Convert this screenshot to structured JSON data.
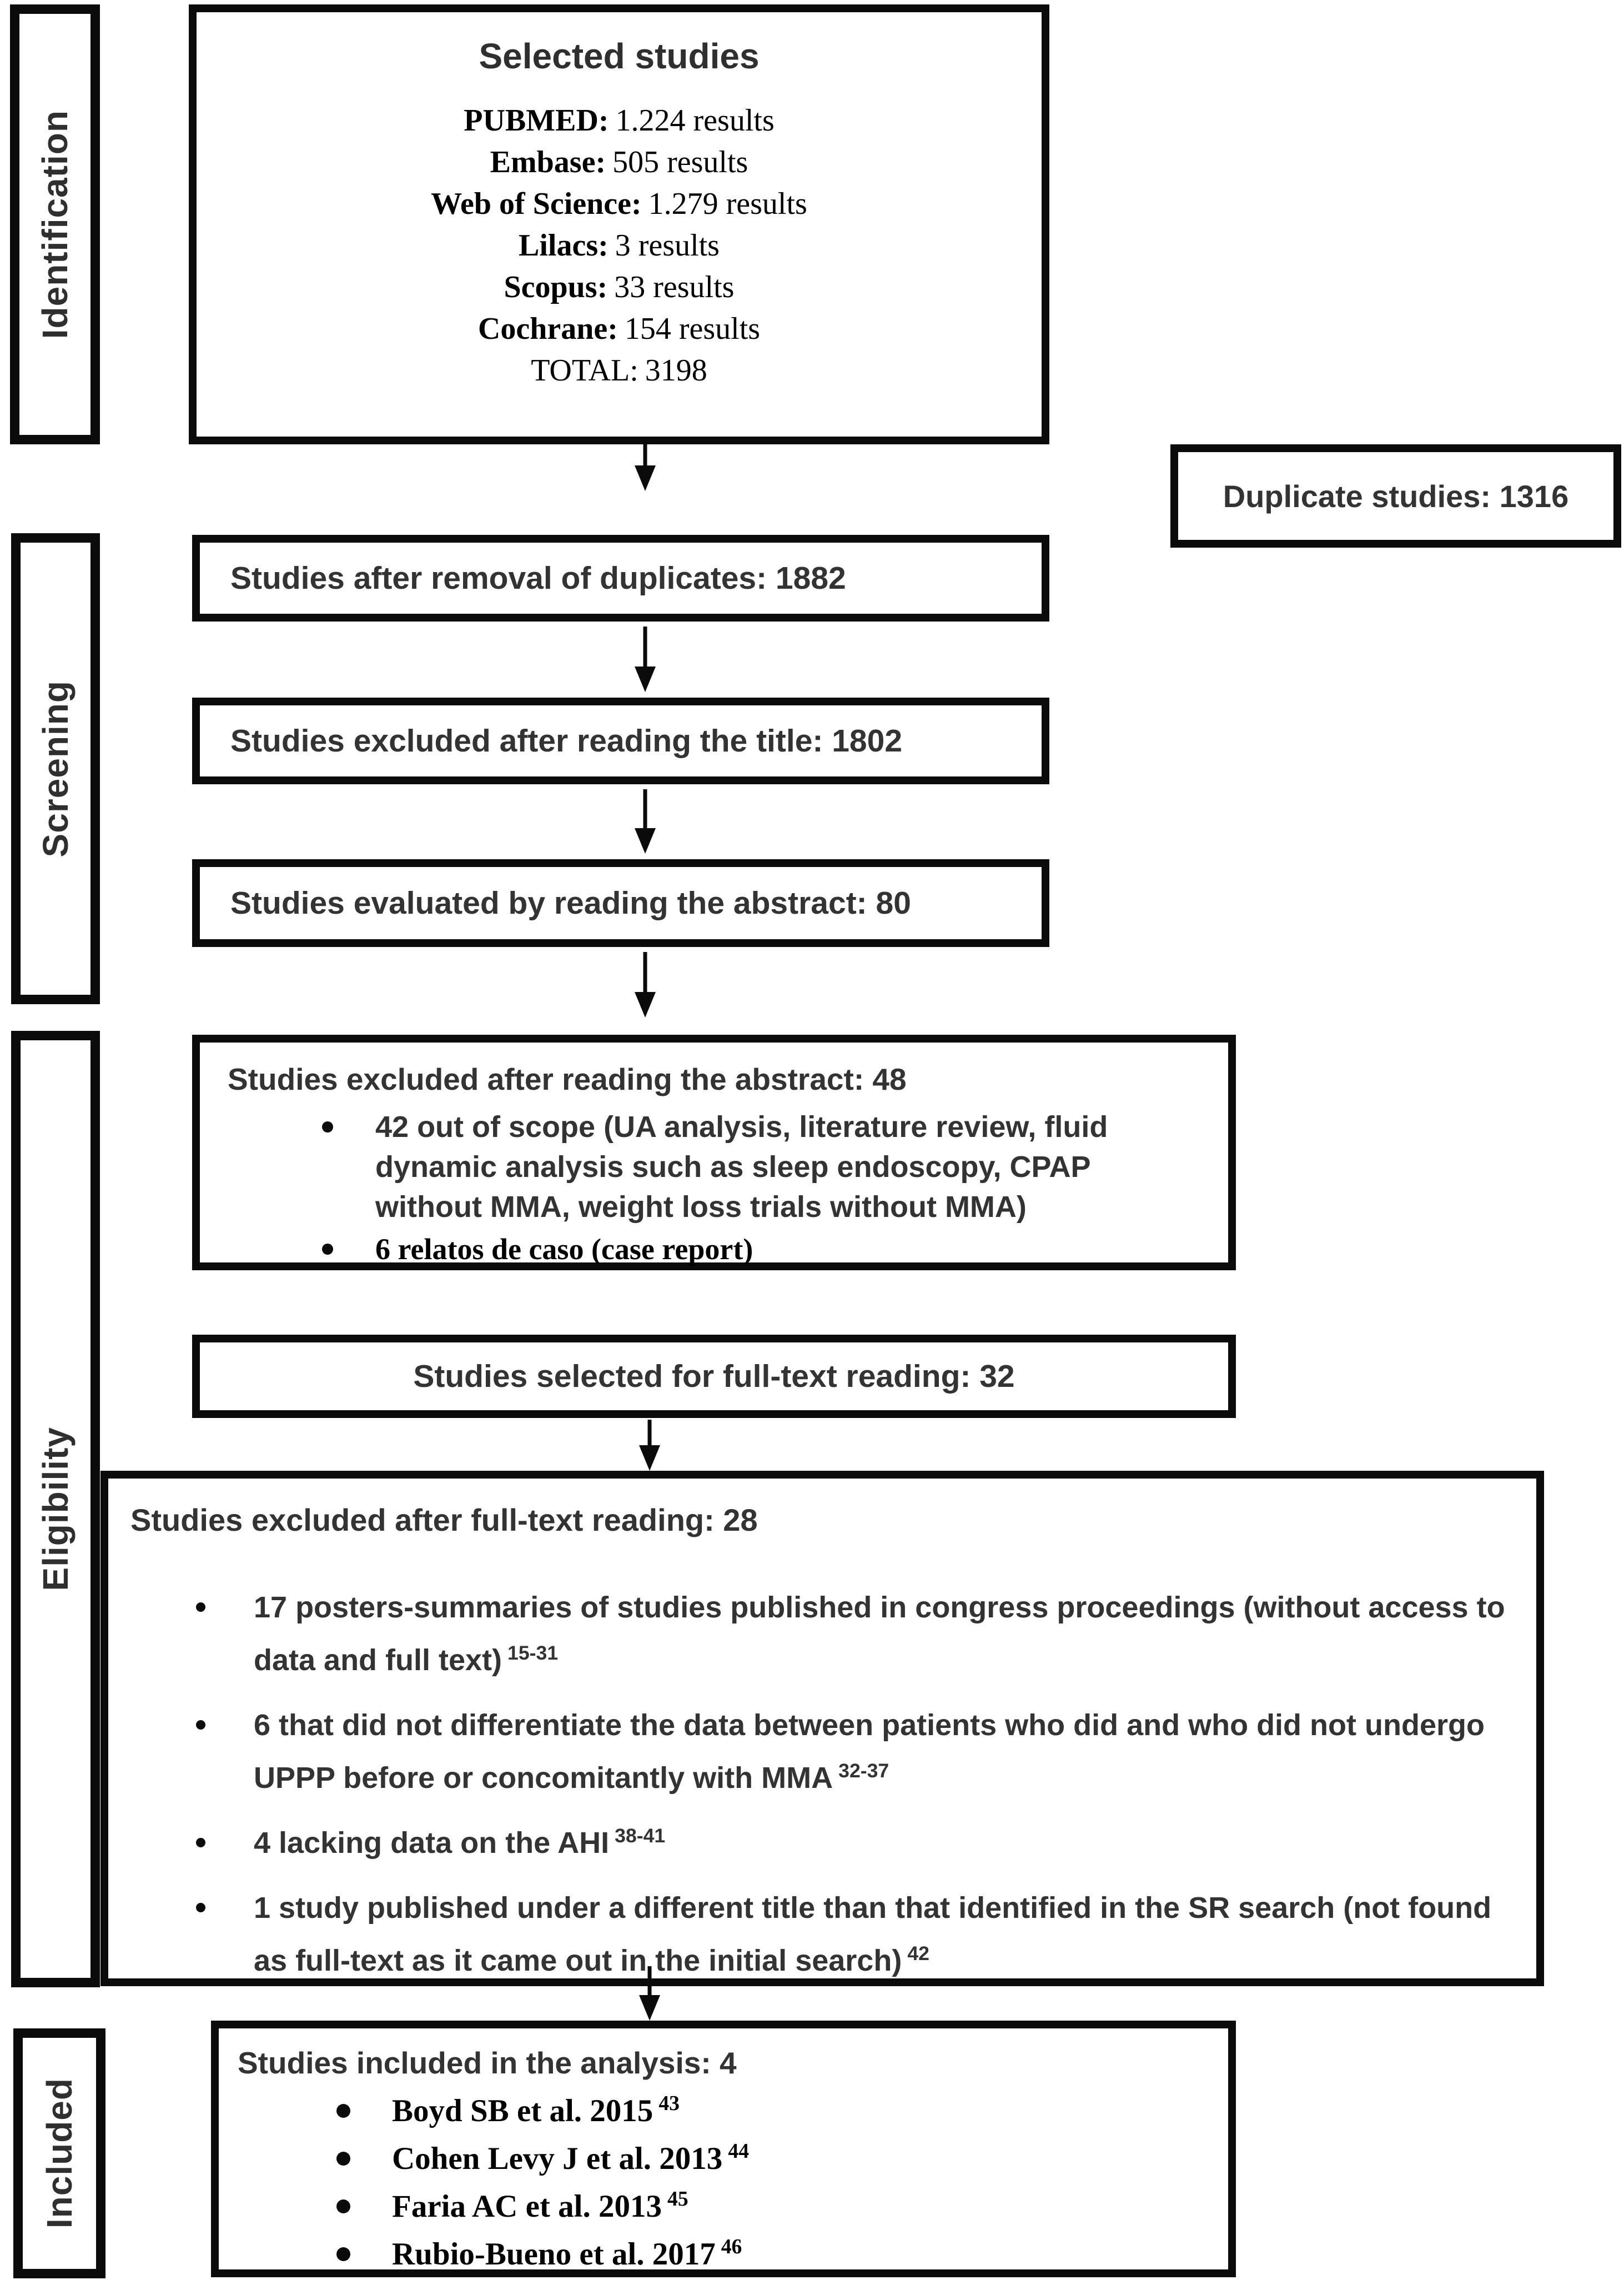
{
  "diagram": {
    "stages": [
      {
        "label": "Identification"
      },
      {
        "label": "Screening"
      },
      {
        "label": "Eligibility"
      },
      {
        "label": "Included"
      }
    ],
    "selected_studies": {
      "title": "Selected studies",
      "sources": [
        {
          "label": "PUBMED:",
          "value": "1.224 results"
        },
        {
          "label": "Embase:",
          "value": "505 results"
        },
        {
          "label": "Web of Science:",
          "value": "1.279 results"
        },
        {
          "label": "Lilacs:",
          "value": "3 results"
        },
        {
          "label": "Scopus:",
          "value": "33 results"
        },
        {
          "label": "Cochrane:",
          "value": "154 results"
        },
        {
          "label": "TOTAL:",
          "value": "3198"
        }
      ]
    },
    "duplicate_studies": "Duplicate studies: 1316",
    "after_removal": "Studies after removal of duplicates: 1882",
    "excluded_title": "Studies excluded after reading the title: 1802",
    "evaluated_abstract": "Studies evaluated by reading the abstract: 80",
    "excluded_abstract": {
      "header": "Studies excluded after reading the abstract: 48",
      "bullets": [
        {
          "text": "42 out of scope (UA analysis, literature review, fluid dynamic analysis such as sleep endoscopy, CPAP without MMA, weight loss trials without MMA)"
        },
        {
          "text": "6 relatos de caso (case report)"
        }
      ]
    },
    "selected_fulltext": "Studies selected for full-text reading: 32",
    "excluded_fulltext": {
      "header": "Studies excluded after full-text reading: 28",
      "bullets": [
        {
          "text": "17 posters-summaries of studies published in congress proceedings (without access to data and full text)",
          "sup": "15-31"
        },
        {
          "text": "6 that did not differentiate the data between patients who did and who did not undergo UPPP before or concomitantly with MMA",
          "sup": "32-37"
        },
        {
          "text": "4 lacking data on the AHI",
          "sup": "38-41"
        },
        {
          "text": "1 study published under a different title than that identified in the SR search (not found as full-text as it came out in the initial search)",
          "sup": "42"
        }
      ]
    },
    "included": {
      "header": "Studies included in the analysis: 4",
      "studies": [
        {
          "text": "Boyd SB et al. 2015",
          "sup": "43"
        },
        {
          "text": "Cohen Levy J et al. 2013",
          "sup": "44"
        },
        {
          "text": "Faria AC et al. 2013",
          "sup": "45"
        },
        {
          "text": "Rubio-Bueno et al. 2017",
          "sup": "46"
        }
      ]
    }
  }
}
